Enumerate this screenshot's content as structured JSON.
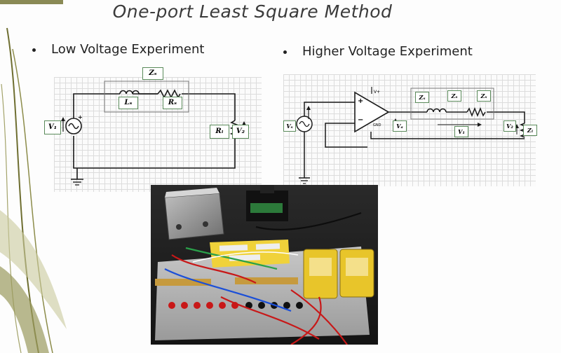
{
  "slide": {
    "title": "One-port Least Square Method",
    "bullets": [
      {
        "label": "Low Voltage Experiment"
      },
      {
        "label": "Higher Voltage Experiment"
      }
    ]
  },
  "low_circuit": {
    "labels": {
      "zs": "Zₛ",
      "ls": "Lₛ",
      "rs": "Rₛ",
      "rl": "Rₗ",
      "v1": "V₁",
      "v2": "V₂"
    }
  },
  "high_circuit": {
    "labels": {
      "vs": "Vₛ",
      "va": "Vₐ",
      "v1": "V₁",
      "v2": "V₂",
      "zs1": "Zₛ",
      "zs2": "Zₛ",
      "zs3": "Zₛ",
      "zl": "Zₗ",
      "vplus": "V+",
      "gnd": "GND",
      "plus": "+",
      "minus": "−"
    }
  },
  "colors": {
    "accent": "#8a8a55",
    "leaf": "#7a7a3c",
    "wire": "#1a1a1a",
    "label_border": "#5a8a5a"
  }
}
